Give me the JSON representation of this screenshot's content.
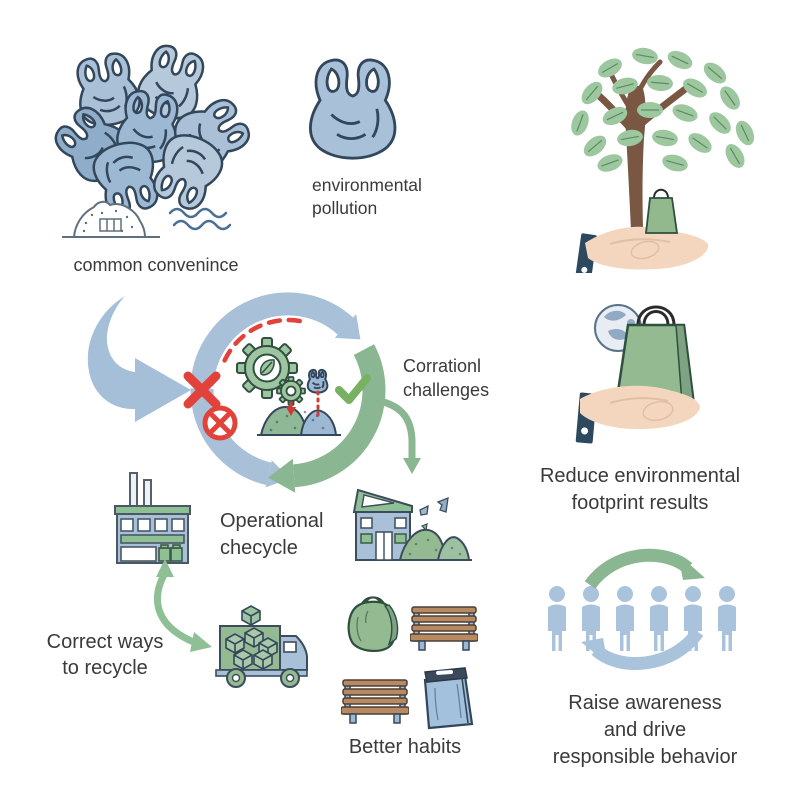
{
  "sections": {
    "common_convenience": {
      "caption": "common convenince"
    },
    "environmental_pollution": {
      "lines": [
        "environmental",
        "pollution"
      ]
    },
    "corration_challenges": {
      "lines": [
        "Corrationl",
        "challenges"
      ]
    },
    "reduce_footprint": {
      "lines": [
        "Reduce environmental",
        "footprint results"
      ]
    },
    "operational_cycle": {
      "lines": [
        "Operational",
        "checycle"
      ]
    },
    "correct_ways": {
      "lines": [
        "Correct ways",
        "to recycle"
      ]
    },
    "better_habits": {
      "caption": "Better habits"
    },
    "raise_awareness": {
      "lines": [
        "Raise awareness",
        "and drive",
        "responsible behavior"
      ]
    }
  },
  "icons": [
    "plastic-bag-pile-icon",
    "trash-mound-icon",
    "water-waves-icon",
    "plastic-bag-icon",
    "tree-in-hand-icon",
    "cycle-ring-icon",
    "swoosh-arrow-icon",
    "gears-icon",
    "red-x-icon",
    "crossed-circle-icon",
    "checkmark-icon",
    "down-arrow-icon",
    "globe-bag-hand-icon",
    "factory-icon",
    "double-curve-arrow-icon",
    "truck-icon",
    "building-waste-icon",
    "green-tote-icon",
    "bench-icon",
    "blue-tote-icon",
    "people-cycle-icon"
  ],
  "palette": {
    "blue": "#a9c1d8",
    "blue_dark": "#8fadc9",
    "blue_light": "#b9cce0",
    "outline": "#33475c",
    "arrow_green": "#8ab791",
    "gear_green": "#9ec5a1",
    "bag_green": "#93ba90",
    "green_outline": "#2f4f3f",
    "check_green": "#79b163",
    "red": "#e2423a",
    "trunk_brown": "#7a5743",
    "leaf_green": "#9cc79f",
    "skin": "#f3d6bd",
    "navy": "#2d4960",
    "wood": "#b98a5f",
    "text": "#3a3a3a"
  }
}
